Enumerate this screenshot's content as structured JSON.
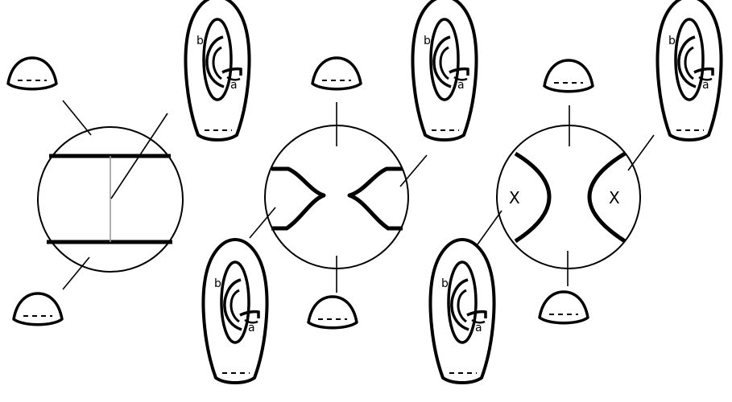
{
  "labels": {
    "curve_a": "a",
    "curve_b": "b",
    "marker_x": "X"
  },
  "colors": {
    "stroke": "#000000",
    "thin_rule": "#999999",
    "background": "#ffffff"
  }
}
